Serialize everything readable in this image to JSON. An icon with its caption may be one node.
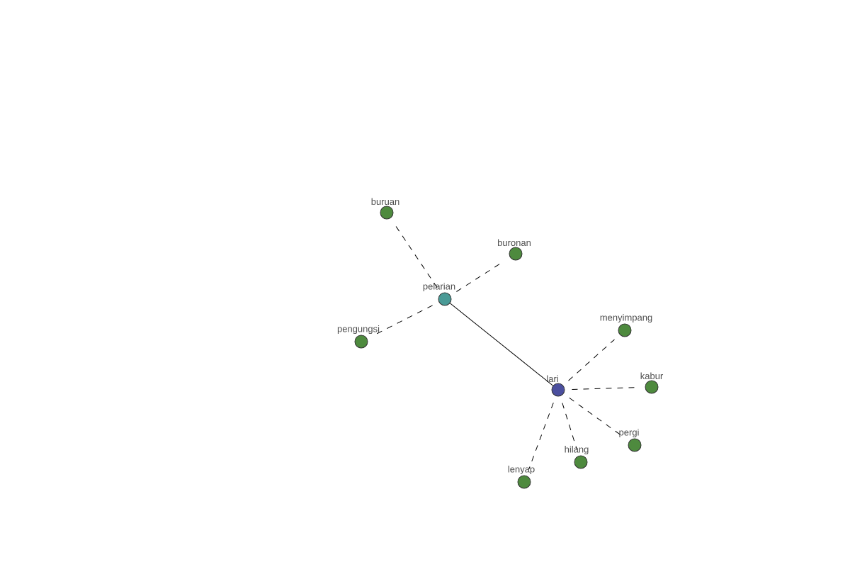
{
  "diagram": {
    "nodes": [
      {
        "text": [
          "pelarian"
        ]
      },
      {
        "text": [
          "buruan"
        ]
      },
      {
        "text": [
          "buronan"
        ]
      },
      {
        "text": [
          "pengungsi"
        ]
      },
      {
        "text": [
          "lari"
        ]
      },
      {
        "text": [
          "menyimpang"
        ]
      },
      {
        "text": [
          "kabur"
        ]
      },
      {
        "text": [
          "pergi"
        ]
      },
      {
        "text": [
          "hilang"
        ]
      },
      {
        "text": [
          "lenyap"
        ]
      }
    ],
    "edges": [
      {
        "from": 0,
        "to": 1,
        "arrow": "none",
        "style": "dashed"
      },
      {
        "from": 0,
        "to": 2,
        "arrow": "none",
        "style": "dashed"
      },
      {
        "from": 0,
        "to": 3,
        "arrow": "none",
        "style": "dashed"
      },
      {
        "from": 0,
        "to": 4,
        "arrow": "none"
      },
      {
        "from": 4,
        "to": 5,
        "arrow": "none",
        "style": "dashed"
      },
      {
        "from": 4,
        "to": 6,
        "arrow": "none",
        "style": "dashed"
      },
      {
        "from": 4,
        "to": 7,
        "arrow": "none",
        "style": "dashed"
      },
      {
        "from": 4,
        "to": 8,
        "arrow": "none",
        "style": "dashed"
      },
      {
        "from": 4,
        "to": 9,
        "arrow": "none",
        "style": "dashed"
      }
    ]
  }
}
